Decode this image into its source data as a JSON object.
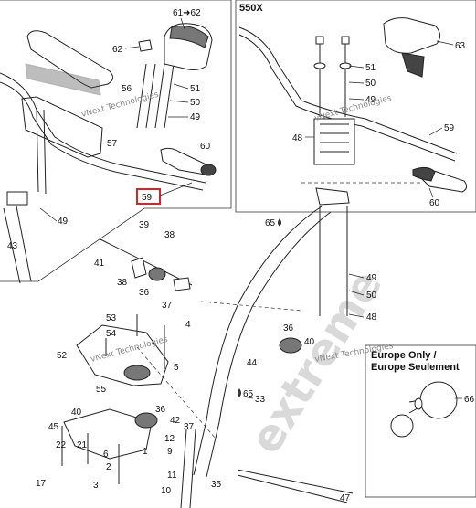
{
  "header": {
    "model": "550X"
  },
  "europe_box": {
    "line1": "Europe Only /",
    "line2": "Europe Seulement",
    "part": "66"
  },
  "watermarks": {
    "vnext": "vNext Technologies",
    "site": "extreme"
  },
  "highlighted_part": "59",
  "parts": {
    "p61_62": "61➜62",
    "p62": "62",
    "p56": "56",
    "p51a": "51",
    "p50a": "50",
    "p49a": "49",
    "p57": "57",
    "p60a": "60",
    "p59a": "59",
    "p49b": "49",
    "p43": "43",
    "p63": "63",
    "p51b": "51",
    "p50b": "50",
    "p49c": "49",
    "p59b": "59",
    "p48a": "48",
    "p60b": "60",
    "p65a": "65",
    "p49d": "49",
    "p50c": "50",
    "p48b": "48",
    "p39": "39",
    "p38a": "38",
    "p41": "41",
    "p38b": "38",
    "p36a": "36",
    "p37": "37",
    "p53": "53",
    "p54": "54",
    "p4": "4",
    "p52": "52",
    "p5": "5",
    "p55": "55",
    "p36b": "36",
    "p40a": "40",
    "p44": "44",
    "p65b": "65",
    "p33": "33",
    "p40b": "40",
    "p45": "45",
    "p36c": "36",
    "p42": "42",
    "p37b": "37",
    "p12": "12",
    "p22": "22",
    "p21": "21",
    "p6": "6",
    "p1": "1",
    "p9": "9",
    "p2": "2",
    "p11": "11",
    "p3": "3",
    "p10": "10",
    "p17": "17",
    "p35": "35",
    "p47": "47"
  }
}
